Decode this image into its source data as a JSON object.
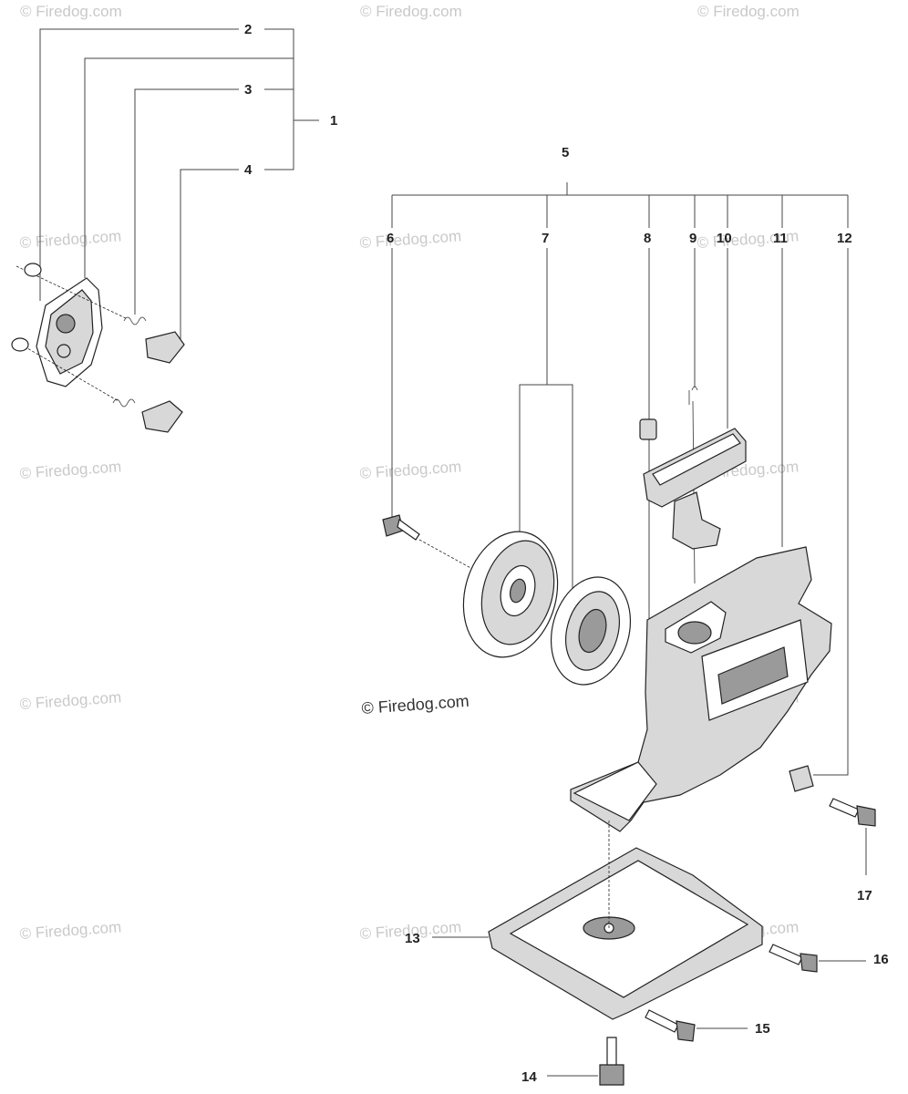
{
  "callouts": [
    "1",
    "2",
    "3",
    "4",
    "5",
    "6",
    "7",
    "8",
    "9",
    "10",
    "11",
    "12",
    "13",
    "14",
    "15",
    "16",
    "17"
  ],
  "watermark": "© Firedog.com",
  "center_watermark": "© Firedog.com"
}
